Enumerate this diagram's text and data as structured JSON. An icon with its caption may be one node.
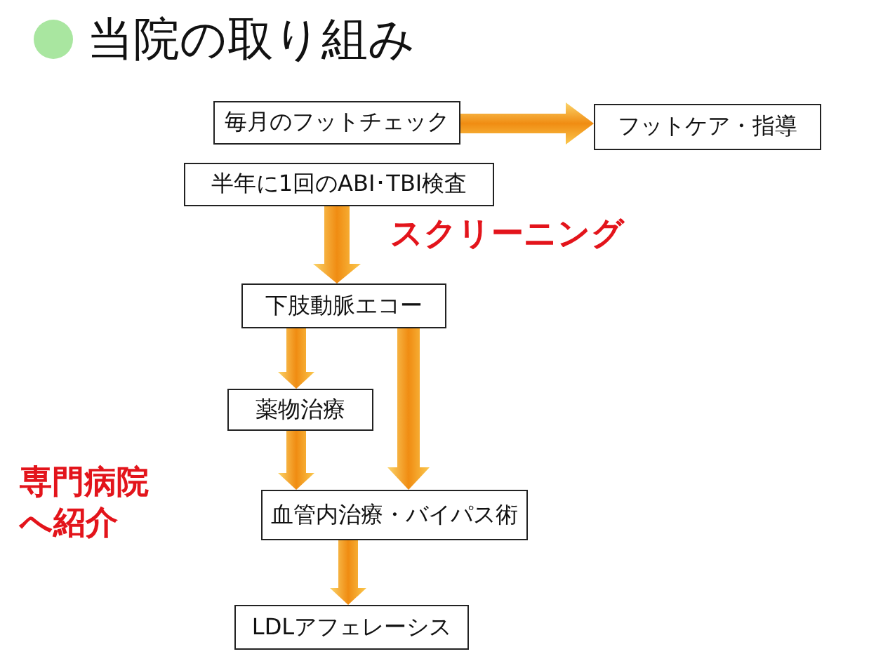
{
  "diagram": {
    "title": "当院の取り組み",
    "nodes": [
      {
        "text": [
          "毎月のフットチェック"
        ]
      },
      {
        "text": [
          "フットケア・指導"
        ]
      },
      {
        "text": [
          "半年に1回のABI･TBI検査"
        ]
      },
      {
        "text": [
          "下肢動脈エコー"
        ]
      },
      {
        "text": [
          "薬物治療"
        ]
      },
      {
        "text": [
          "血管内治療・バイパス術"
        ]
      },
      {
        "text": [
          "LDLアフェレーシス"
        ]
      }
    ],
    "edges": [
      {
        "from": 0,
        "to": 1,
        "arrow": "to"
      },
      {
        "from": 2,
        "to": 3,
        "arrow": "to"
      },
      {
        "from": 3,
        "to": 4,
        "arrow": "to"
      },
      {
        "from": 4,
        "to": 5,
        "arrow": "to"
      },
      {
        "from": 3,
        "to": 5,
        "arrow": "to"
      },
      {
        "from": 5,
        "to": 6,
        "arrow": "to"
      }
    ],
    "labels": [
      "スクリーニング",
      "専門病院へ紹介"
    ]
  }
}
